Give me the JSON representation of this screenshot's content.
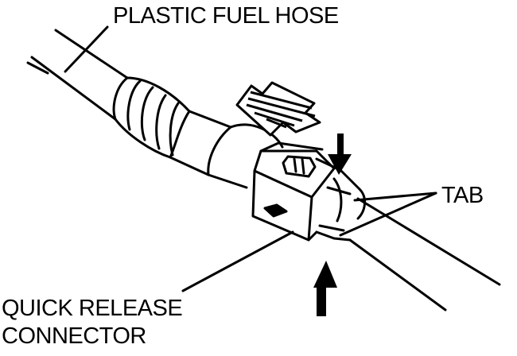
{
  "labels": {
    "hose": "PLASTIC FUEL HOSE",
    "tab": "TAB",
    "connector_line1": "QUICK RELEASE",
    "connector_line2": "CONNECTOR"
  },
  "colors": {
    "ink": "#000000",
    "paper": "#ffffff"
  }
}
